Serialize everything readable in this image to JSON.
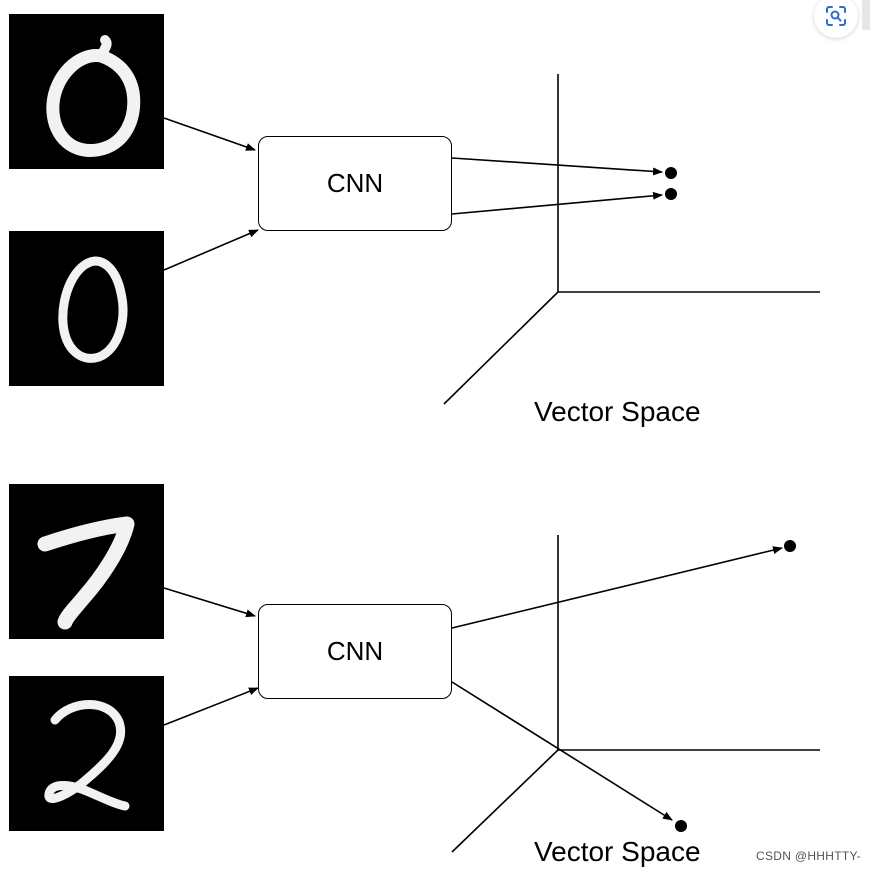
{
  "panels": [
    {
      "id": "similar",
      "cnn_label": "CNN",
      "space_label": "Vector Space",
      "inputs": [
        {
          "digit": "0",
          "role": "input-image-top"
        },
        {
          "digit": "0",
          "role": "input-image-bottom"
        }
      ],
      "outcome": "embeddings close together"
    },
    {
      "id": "dissimilar",
      "cnn_label": "CNN",
      "space_label": "Vector Space",
      "inputs": [
        {
          "digit": "7",
          "role": "input-image-top"
        },
        {
          "digit": "2",
          "role": "input-image-bottom"
        }
      ],
      "outcome": "embeddings far apart"
    }
  ],
  "watermark": "CSDN @HHHTTY-",
  "toolbar": {
    "scan_icon": "image-scan-icon"
  },
  "colors": {
    "stroke": "#000000",
    "tile_background": "#000000",
    "digit_stroke": "#f2f2f2",
    "scan_icon": "#2f6bd8"
  }
}
